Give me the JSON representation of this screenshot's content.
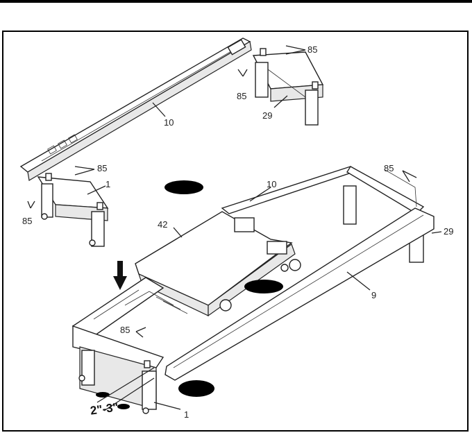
{
  "callouts": {
    "c85_top": "85",
    "c85_top_left": "85",
    "c10_top": "10",
    "c29_top": "29",
    "c85_mid": "85",
    "c1_mid": "1",
    "c85_mid_low": "85",
    "c10_right": "10",
    "c85_right": "85",
    "c42": "42",
    "c29_right": "29",
    "c9": "9",
    "c85_bottom": "85",
    "c1_bottom": "1"
  },
  "measure_label": "2\"-3\"",
  "colors": {
    "ink": "#222222",
    "background": "#ffffff",
    "redaction": "#000000"
  }
}
